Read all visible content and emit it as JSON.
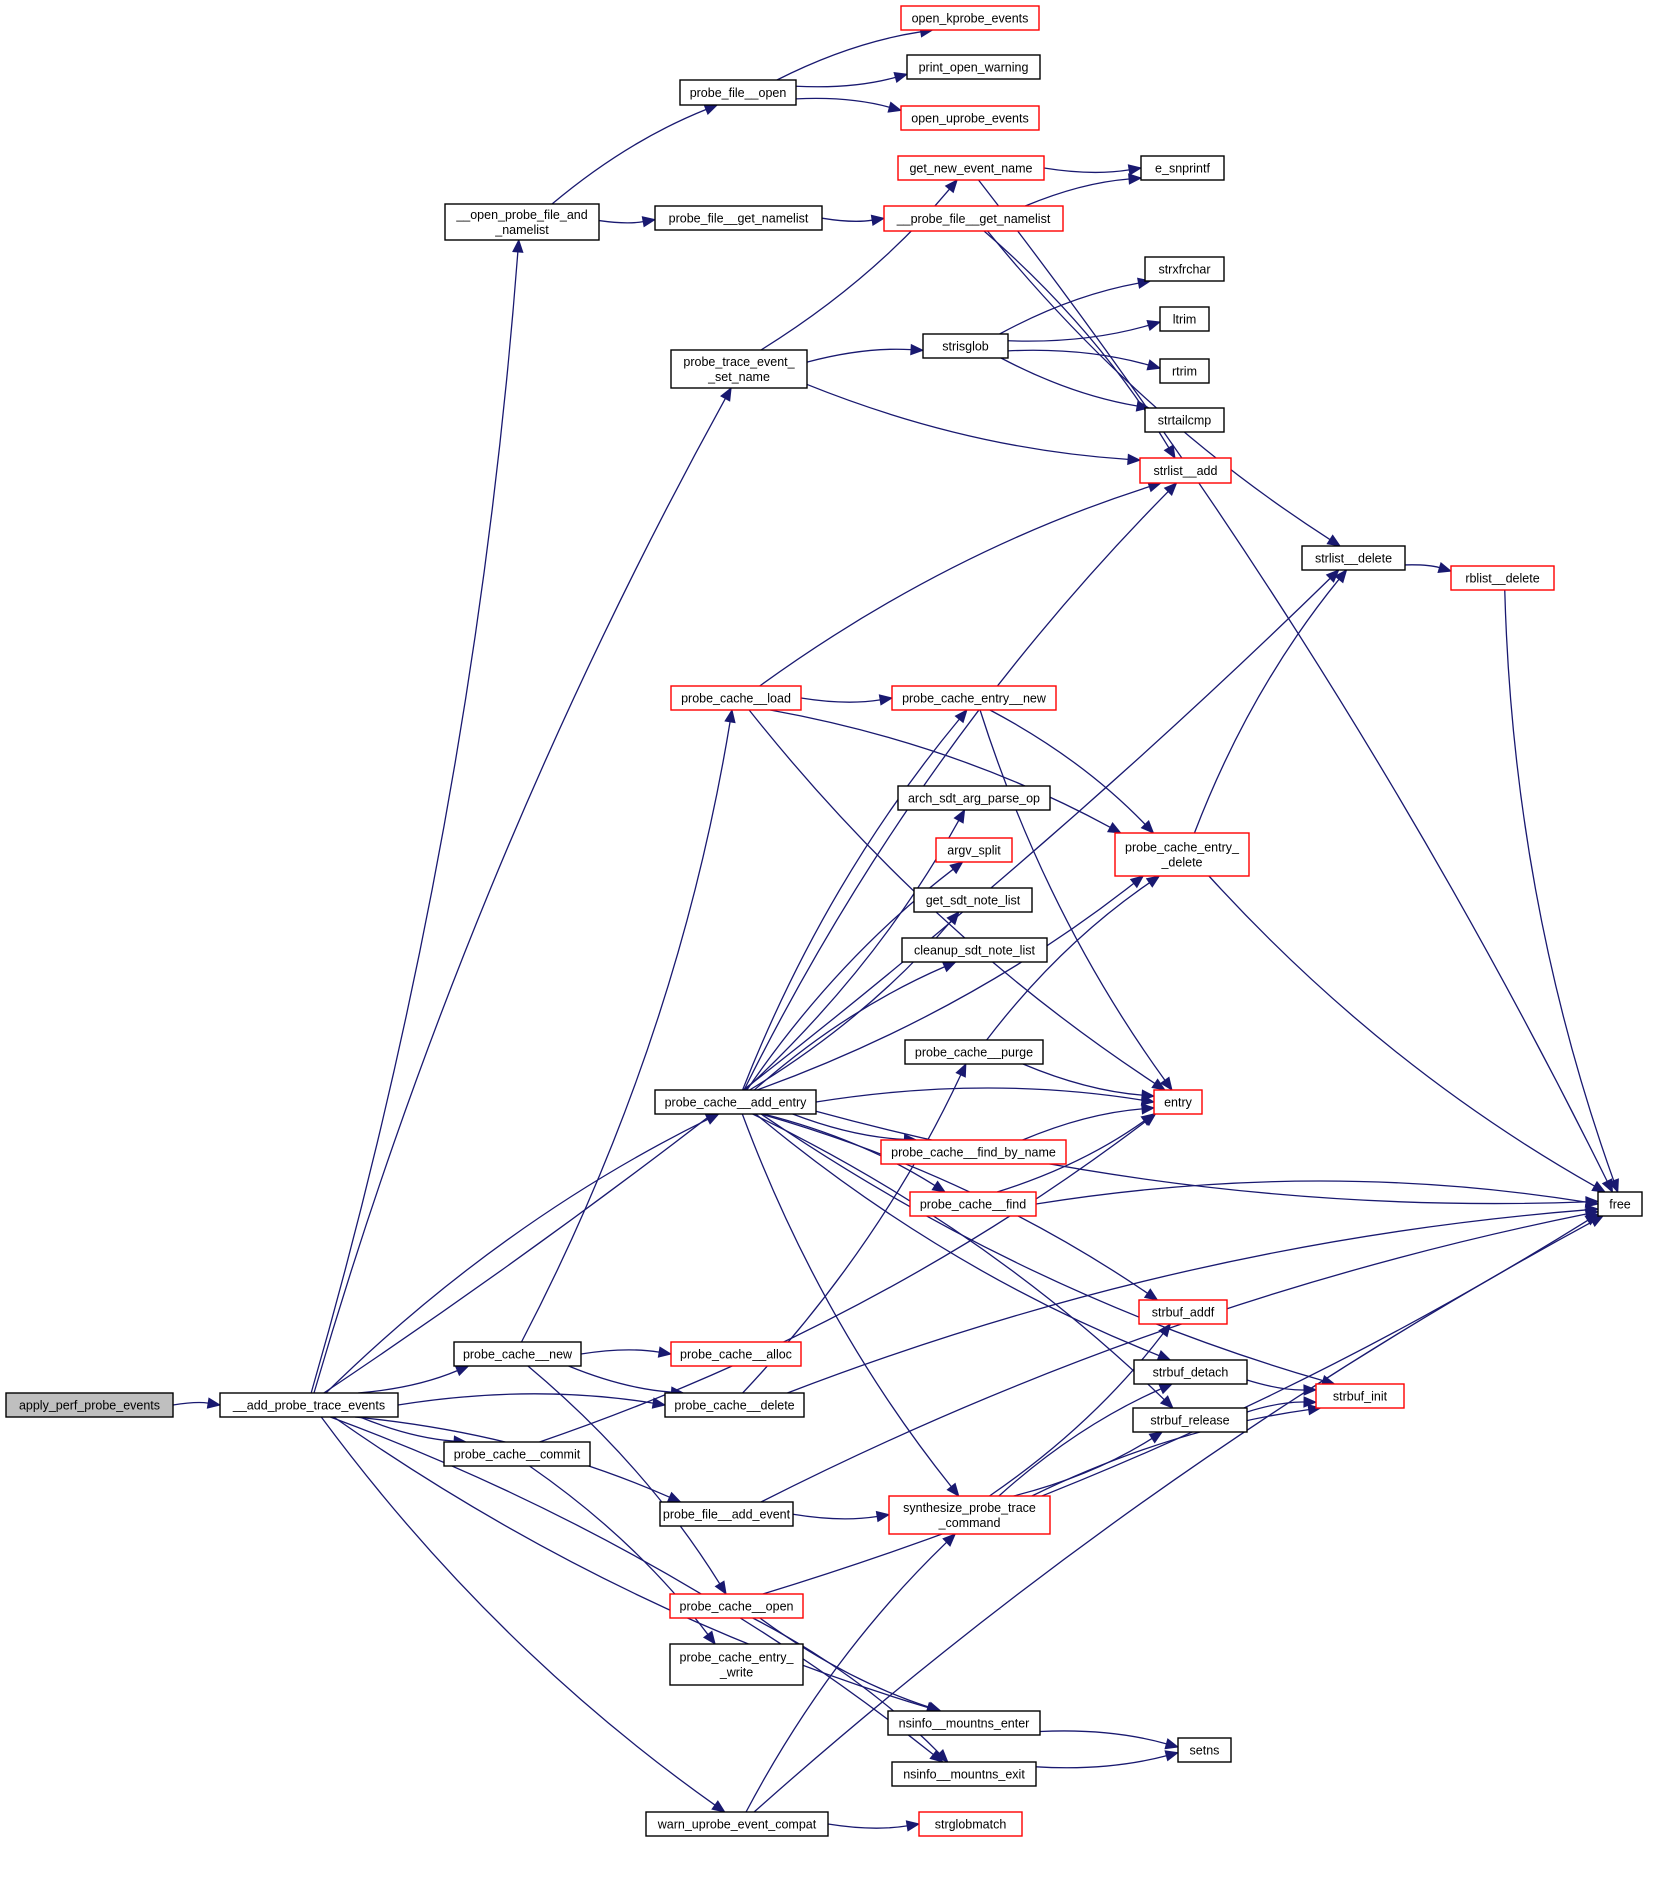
{
  "graph": {
    "title": "apply_perf_probe_events call graph",
    "colors": {
      "edge": "#191970",
      "node_border": "#000000",
      "node_border_truncated": "#ff0000",
      "root_fill": "#bfbfbf"
    },
    "nodes": [
      {
        "id": "apply_perf_probe_events",
        "lines": [
          "apply_perf_probe_events"
        ],
        "style": "root"
      },
      {
        "id": "__add_probe_trace_events",
        "lines": [
          "__add_probe_trace_events"
        ],
        "style": "normal"
      },
      {
        "id": "__open_probe_file_and_namelist",
        "lines": [
          "__open_probe_file_and",
          "_namelist"
        ],
        "style": "normal"
      },
      {
        "id": "probe_file__open",
        "lines": [
          "probe_file__open"
        ],
        "style": "normal"
      },
      {
        "id": "open_kprobe_events",
        "lines": [
          "open_kprobe_events"
        ],
        "style": "red"
      },
      {
        "id": "print_open_warning",
        "lines": [
          "print_open_warning"
        ],
        "style": "normal"
      },
      {
        "id": "open_uprobe_events",
        "lines": [
          "open_uprobe_events"
        ],
        "style": "red"
      },
      {
        "id": "probe_file__get_namelist",
        "lines": [
          "probe_file__get_namelist"
        ],
        "style": "normal"
      },
      {
        "id": "__probe_file__get_namelist",
        "lines": [
          "__probe_file__get_namelist"
        ],
        "style": "red"
      },
      {
        "id": "get_new_event_name",
        "lines": [
          "get_new_event_name"
        ],
        "style": "red"
      },
      {
        "id": "e_snprintf",
        "lines": [
          "e_snprintf"
        ],
        "style": "normal"
      },
      {
        "id": "probe_trace_event__set_name",
        "lines": [
          "probe_trace_event_",
          "_set_name"
        ],
        "style": "normal"
      },
      {
        "id": "strisglob",
        "lines": [
          "strisglob"
        ],
        "style": "normal"
      },
      {
        "id": "strxfrchar",
        "lines": [
          "strxfrchar"
        ],
        "style": "normal"
      },
      {
        "id": "ltrim",
        "lines": [
          "ltrim"
        ],
        "style": "normal"
      },
      {
        "id": "rtrim",
        "lines": [
          "rtrim"
        ],
        "style": "normal"
      },
      {
        "id": "strtailcmp",
        "lines": [
          "strtailcmp"
        ],
        "style": "normal"
      },
      {
        "id": "strlist__add",
        "lines": [
          "strlist__add"
        ],
        "style": "red"
      },
      {
        "id": "strlist__delete",
        "lines": [
          "strlist__delete"
        ],
        "style": "normal"
      },
      {
        "id": "rblist__delete",
        "lines": [
          "rblist__delete"
        ],
        "style": "red"
      },
      {
        "id": "probe_cache__load",
        "lines": [
          "probe_cache__load"
        ],
        "style": "red"
      },
      {
        "id": "probe_cache_entry__new",
        "lines": [
          "probe_cache_entry__new"
        ],
        "style": "red"
      },
      {
        "id": "arch_sdt_arg_parse_op",
        "lines": [
          "arch_sdt_arg_parse_op"
        ],
        "style": "normal"
      },
      {
        "id": "argv_split",
        "lines": [
          "argv_split"
        ],
        "style": "red"
      },
      {
        "id": "probe_cache_entry__delete",
        "lines": [
          "probe_cache_entry_",
          "_delete"
        ],
        "style": "red"
      },
      {
        "id": "get_sdt_note_list",
        "lines": [
          "get_sdt_note_list"
        ],
        "style": "normal"
      },
      {
        "id": "cleanup_sdt_note_list",
        "lines": [
          "cleanup_sdt_note_list"
        ],
        "style": "normal"
      },
      {
        "id": "probe_cache__purge",
        "lines": [
          "probe_cache__purge"
        ],
        "style": "normal"
      },
      {
        "id": "probe_cache__add_entry",
        "lines": [
          "probe_cache__add_entry"
        ],
        "style": "normal"
      },
      {
        "id": "entry",
        "lines": [
          "entry"
        ],
        "style": "red"
      },
      {
        "id": "probe_cache__find_by_name",
        "lines": [
          "probe_cache__find_by_name"
        ],
        "style": "red"
      },
      {
        "id": "probe_cache__find",
        "lines": [
          "probe_cache__find"
        ],
        "style": "red"
      },
      {
        "id": "free",
        "lines": [
          "free"
        ],
        "style": "normal"
      },
      {
        "id": "strbuf_addf",
        "lines": [
          "strbuf_addf"
        ],
        "style": "red"
      },
      {
        "id": "probe_cache__new",
        "lines": [
          "probe_cache__new"
        ],
        "style": "normal"
      },
      {
        "id": "probe_cache__alloc",
        "lines": [
          "probe_cache__alloc"
        ],
        "style": "red"
      },
      {
        "id": "strbuf_detach",
        "lines": [
          "strbuf_detach"
        ],
        "style": "normal"
      },
      {
        "id": "strbuf_init",
        "lines": [
          "strbuf_init"
        ],
        "style": "red"
      },
      {
        "id": "probe_cache__delete",
        "lines": [
          "probe_cache__delete"
        ],
        "style": "normal"
      },
      {
        "id": "strbuf_release",
        "lines": [
          "strbuf_release"
        ],
        "style": "normal"
      },
      {
        "id": "probe_cache__commit",
        "lines": [
          "probe_cache__commit"
        ],
        "style": "normal"
      },
      {
        "id": "probe_file__add_event",
        "lines": [
          "probe_file__add_event"
        ],
        "style": "normal"
      },
      {
        "id": "synthesize_probe_trace_command",
        "lines": [
          "synthesize_probe_trace",
          "_command"
        ],
        "style": "red"
      },
      {
        "id": "probe_cache__open",
        "lines": [
          "probe_cache__open"
        ],
        "style": "red"
      },
      {
        "id": "probe_cache_entry__write",
        "lines": [
          "probe_cache_entry_",
          "_write"
        ],
        "style": "normal"
      },
      {
        "id": "nsinfo__mountns_enter",
        "lines": [
          "nsinfo__mountns_enter"
        ],
        "style": "normal"
      },
      {
        "id": "setns",
        "lines": [
          "setns"
        ],
        "style": "normal"
      },
      {
        "id": "nsinfo__mountns_exit",
        "lines": [
          "nsinfo__mountns_exit"
        ],
        "style": "normal"
      },
      {
        "id": "warn_uprobe_event_compat",
        "lines": [
          "warn_uprobe_event_compat"
        ],
        "style": "normal"
      },
      {
        "id": "strglobmatch",
        "lines": [
          "strglobmatch"
        ],
        "style": "red"
      }
    ],
    "edges": [
      [
        "apply_perf_probe_events",
        "__add_probe_trace_events"
      ],
      [
        "__add_probe_trace_events",
        "__open_probe_file_and_namelist"
      ],
      [
        "__add_probe_trace_events",
        "probe_trace_event__set_name"
      ],
      [
        "__add_probe_trace_events",
        "strlist__delete"
      ],
      [
        "__add_probe_trace_events",
        "probe_cache__add_entry"
      ],
      [
        "__add_probe_trace_events",
        "probe_cache__new"
      ],
      [
        "__add_probe_trace_events",
        "probe_cache__delete"
      ],
      [
        "__add_probe_trace_events",
        "probe_cache__commit"
      ],
      [
        "__add_probe_trace_events",
        "probe_file__add_event"
      ],
      [
        "__add_probe_trace_events",
        "nsinfo__mountns_enter"
      ],
      [
        "__add_probe_trace_events",
        "nsinfo__mountns_exit"
      ],
      [
        "__add_probe_trace_events",
        "warn_uprobe_event_compat"
      ],
      [
        "__open_probe_file_and_namelist",
        "probe_file__open"
      ],
      [
        "__open_probe_file_and_namelist",
        "probe_file__get_namelist"
      ],
      [
        "probe_file__open",
        "open_kprobe_events"
      ],
      [
        "probe_file__open",
        "print_open_warning"
      ],
      [
        "probe_file__open",
        "open_uprobe_events"
      ],
      [
        "probe_file__get_namelist",
        "__probe_file__get_namelist"
      ],
      [
        "__probe_file__get_namelist",
        "e_snprintf"
      ],
      [
        "__probe_file__get_namelist",
        "strlist__delete"
      ],
      [
        "__probe_file__get_namelist",
        "strlist__add"
      ],
      [
        "get_new_event_name",
        "e_snprintf"
      ],
      [
        "get_new_event_name",
        "free"
      ],
      [
        "probe_trace_event__set_name",
        "get_new_event_name"
      ],
      [
        "probe_trace_event__set_name",
        "strisglob"
      ],
      [
        "probe_trace_event__set_name",
        "strlist__add"
      ],
      [
        "strisglob",
        "strxfrchar"
      ],
      [
        "strisglob",
        "ltrim"
      ],
      [
        "strisglob",
        "rtrim"
      ],
      [
        "strisglob",
        "strtailcmp"
      ],
      [
        "strlist__delete",
        "rblist__delete"
      ],
      [
        "rblist__delete",
        "free"
      ],
      [
        "probe_cache__load",
        "strlist__add"
      ],
      [
        "probe_cache__load",
        "probe_cache_entry__new"
      ],
      [
        "probe_cache__load",
        "probe_cache_entry__delete"
      ],
      [
        "probe_cache__load",
        "entry"
      ],
      [
        "probe_cache_entry__new",
        "probe_cache_entry__delete"
      ],
      [
        "probe_cache_entry__new",
        "entry"
      ],
      [
        "probe_cache_entry__delete",
        "strlist__delete"
      ],
      [
        "probe_cache_entry__delete",
        "free"
      ],
      [
        "probe_cache__add_entry",
        "strlist__add"
      ],
      [
        "probe_cache__add_entry",
        "free"
      ],
      [
        "probe_cache__add_entry",
        "probe_cache_entry__new"
      ],
      [
        "probe_cache__add_entry",
        "arch_sdt_arg_parse_op"
      ],
      [
        "probe_cache__add_entry",
        "argv_split"
      ],
      [
        "probe_cache__add_entry",
        "get_sdt_note_list"
      ],
      [
        "probe_cache__add_entry",
        "cleanup_sdt_note_list"
      ],
      [
        "probe_cache__add_entry",
        "probe_cache_entry__delete"
      ],
      [
        "probe_cache__add_entry",
        "entry"
      ],
      [
        "probe_cache__add_entry",
        "probe_cache__find_by_name"
      ],
      [
        "probe_cache__add_entry",
        "probe_cache__find"
      ],
      [
        "probe_cache__add_entry",
        "strbuf_init"
      ],
      [
        "probe_cache__add_entry",
        "strbuf_addf"
      ],
      [
        "probe_cache__add_entry",
        "strbuf_detach"
      ],
      [
        "probe_cache__add_entry",
        "strbuf_release"
      ],
      [
        "probe_cache__add_entry",
        "synthesize_probe_trace_command"
      ],
      [
        "probe_cache__purge",
        "probe_cache_entry__delete"
      ],
      [
        "probe_cache__purge",
        "entry"
      ],
      [
        "probe_cache__find_by_name",
        "entry"
      ],
      [
        "probe_cache__find",
        "entry"
      ],
      [
        "probe_cache__find",
        "free"
      ],
      [
        "probe_cache__new",
        "probe_cache__load"
      ],
      [
        "probe_cache__new",
        "probe_cache__alloc"
      ],
      [
        "probe_cache__new",
        "probe_cache__delete"
      ],
      [
        "probe_cache__new",
        "probe_cache__open"
      ],
      [
        "probe_cache__delete",
        "probe_cache__purge"
      ],
      [
        "probe_cache__delete",
        "free"
      ],
      [
        "probe_cache__commit",
        "entry"
      ],
      [
        "probe_cache__commit",
        "probe_cache_entry__write"
      ],
      [
        "probe_file__add_event",
        "synthesize_probe_trace_command"
      ],
      [
        "probe_file__add_event",
        "free"
      ],
      [
        "synthesize_probe_trace_command",
        "strbuf_addf"
      ],
      [
        "synthesize_probe_trace_command",
        "strbuf_detach"
      ],
      [
        "synthesize_probe_trace_command",
        "strbuf_release"
      ],
      [
        "synthesize_probe_trace_command",
        "strbuf_init"
      ],
      [
        "strbuf_detach",
        "strbuf_init"
      ],
      [
        "strbuf_release",
        "strbuf_init"
      ],
      [
        "probe_cache__open",
        "nsinfo__mountns_enter"
      ],
      [
        "probe_cache__open",
        "nsinfo__mountns_exit"
      ],
      [
        "probe_cache__open",
        "free"
      ],
      [
        "nsinfo__mountns_enter",
        "setns"
      ],
      [
        "nsinfo__mountns_exit",
        "setns"
      ],
      [
        "warn_uprobe_event_compat",
        "synthesize_probe_trace_command"
      ],
      [
        "warn_uprobe_event_compat",
        "strglobmatch"
      ],
      [
        "warn_uprobe_event_compat",
        "free"
      ]
    ]
  }
}
